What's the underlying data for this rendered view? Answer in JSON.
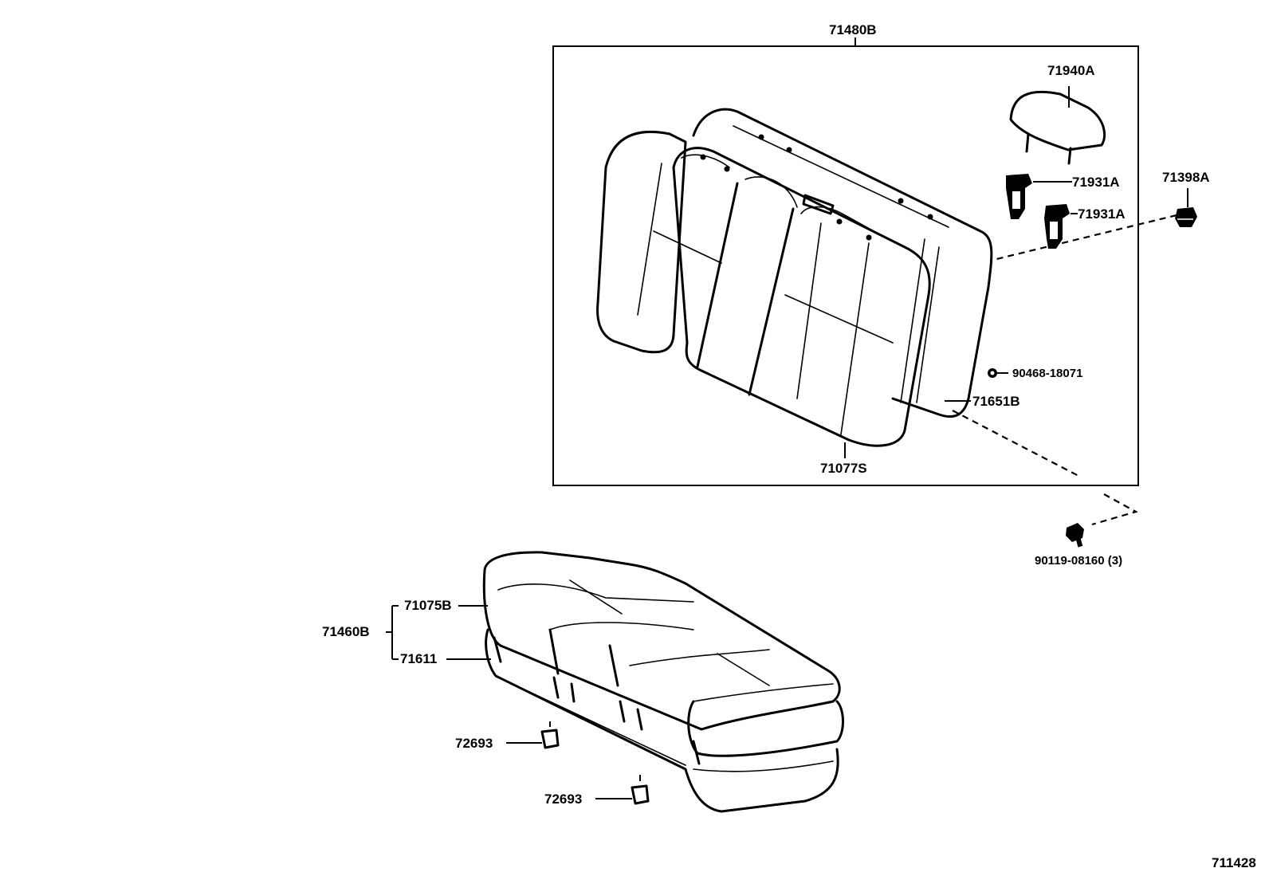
{
  "diagram_id": "711428",
  "groups": {
    "seatback_assembly": "71480B",
    "cushion_assembly": "71460B"
  },
  "parts": {
    "headrest": "71940A",
    "headrest_support_1": "71931A",
    "headrest_support_2": "71931A",
    "clip_top": "71398A",
    "clip_small": "90468-18071",
    "seatback_frame": "71651B",
    "seatback_cover": "71077S",
    "bolt": "90119-08160 (3)",
    "cushion_cover": "71075B",
    "cushion_pad": "71611",
    "hook_1": "72693",
    "hook_2": "72693"
  }
}
